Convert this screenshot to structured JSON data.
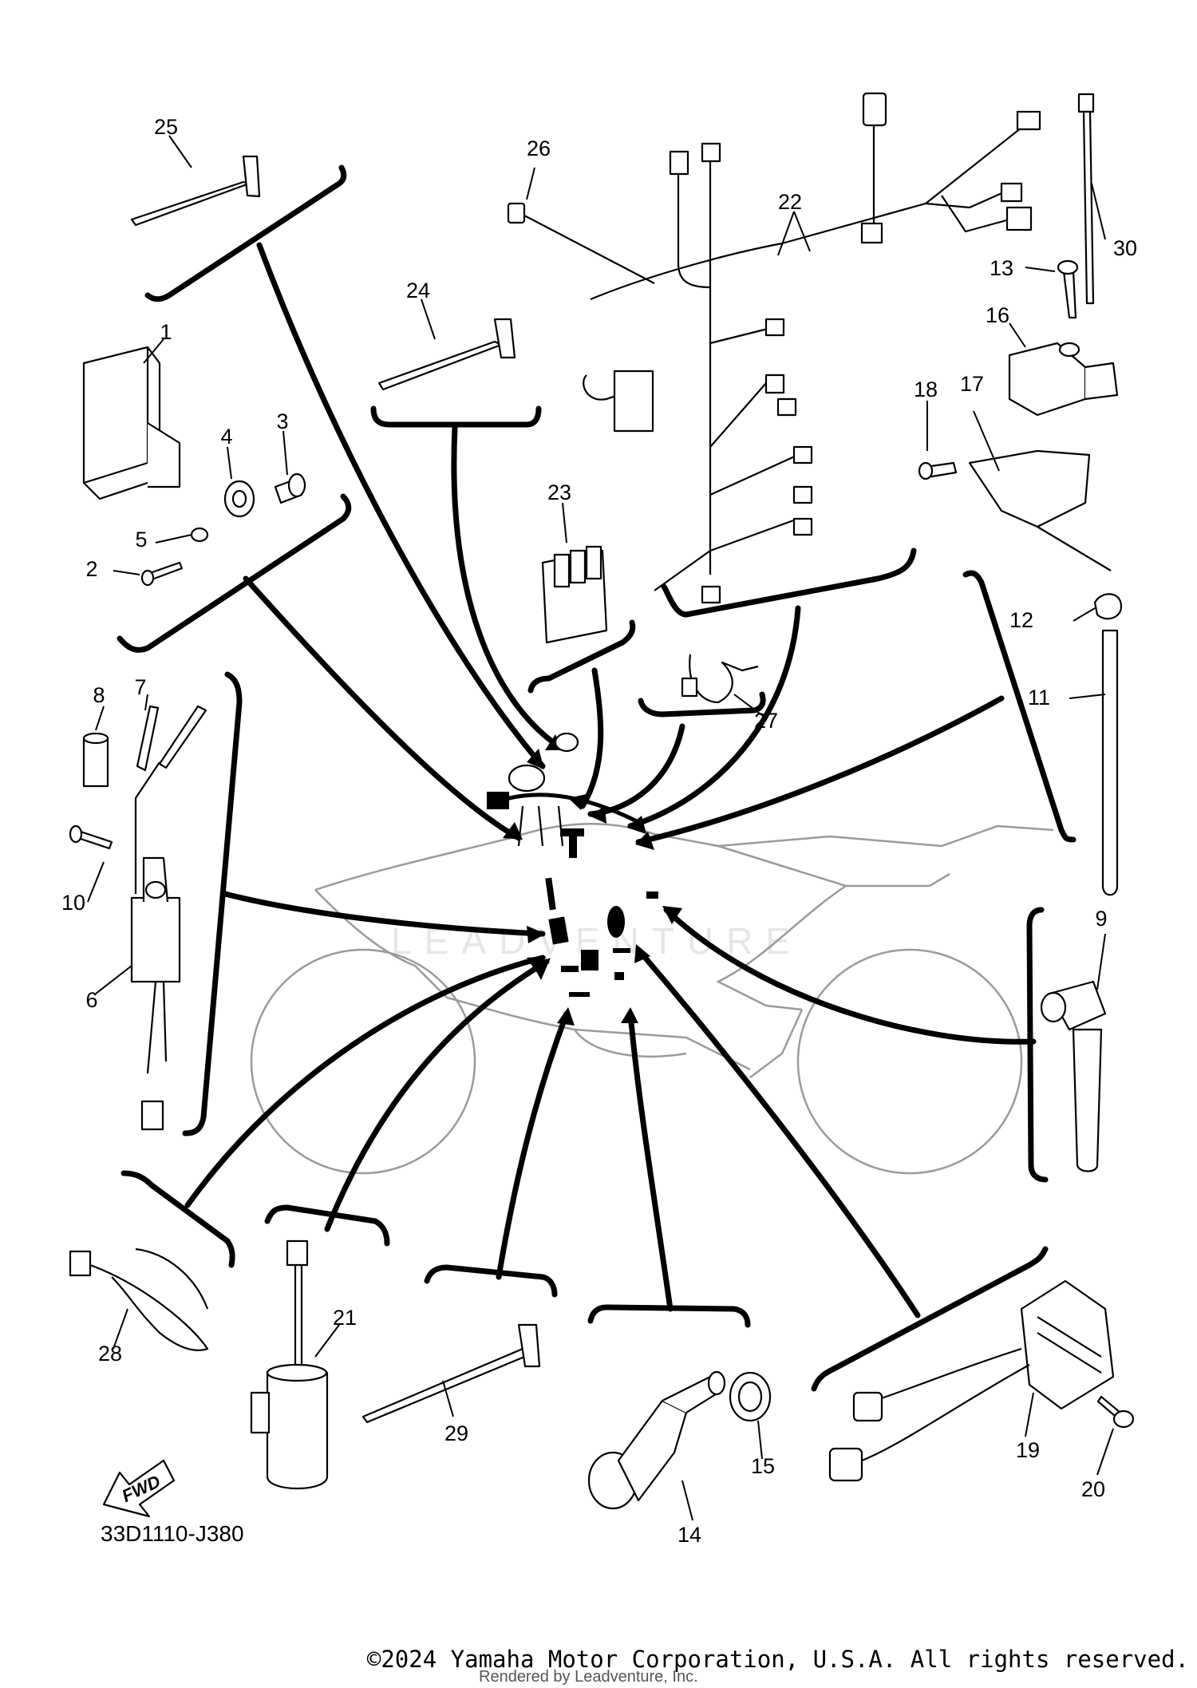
{
  "diagram": {
    "code": "33D1110-J380",
    "copyright": "©2024 Yamaha Motor Corporation, U.S.A. All rights reserved.",
    "rendered_by": "Rendered by Leadventure, Inc.",
    "watermark": "LEADVENTURE",
    "fwd_label": "FWD"
  },
  "callouts": {
    "c1": "1",
    "c2": "2",
    "c3": "3",
    "c4": "4",
    "c5": "5",
    "c6": "6",
    "c7": "7",
    "c8": "8",
    "c9": "9",
    "c10": "10",
    "c11": "11",
    "c12": "12",
    "c13": "13",
    "c14": "14",
    "c15": "15",
    "c16": "16",
    "c17": "17",
    "c18": "18",
    "c19": "19",
    "c20": "20",
    "c21": "21",
    "c22": "22",
    "c23": "23",
    "c24": "24",
    "c25": "25",
    "c26": "26",
    "c27": "27",
    "c28": "28",
    "c29": "29",
    "c30": "30"
  }
}
